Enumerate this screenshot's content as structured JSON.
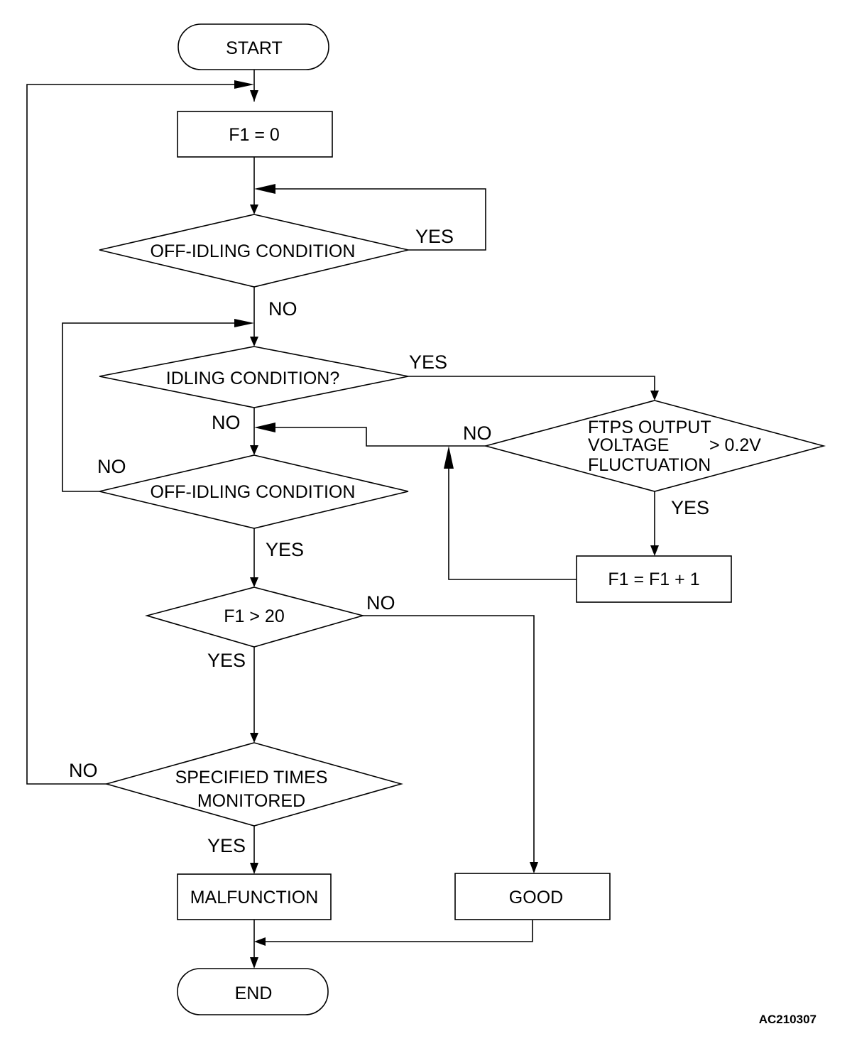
{
  "nodes": {
    "start": "START",
    "init": "F1 = 0",
    "offidle1": "OFF-IDLING CONDITION",
    "idling": "IDLING CONDITION?",
    "ftps_line1": "FTPS OUTPUT",
    "ftps_line2": "VOLTAGE",
    "ftps_line2_value": "> 0.2V",
    "ftps_line3": "FLUCTUATION",
    "offidle2": "OFF-IDLING CONDITION",
    "increment": "F1 = F1 + 1",
    "f1check": "F1 > 20",
    "specified_line1": "SPECIFIED TIMES",
    "specified_line2": "MONITORED",
    "malfunction": "MALFUNCTION",
    "good": "GOOD",
    "end": "END"
  },
  "edges": {
    "offidle1_yes": "YES",
    "offidle1_no": "NO",
    "idling_yes": "YES",
    "idling_no": "NO",
    "ftps_no": "NO",
    "ftps_yes": "YES",
    "offidle2_no": "NO",
    "offidle2_yes": "YES",
    "f1check_no": "NO",
    "f1check_yes": "YES",
    "specified_no": "NO",
    "specified_yes": "YES"
  },
  "figure_code": "AC210307"
}
